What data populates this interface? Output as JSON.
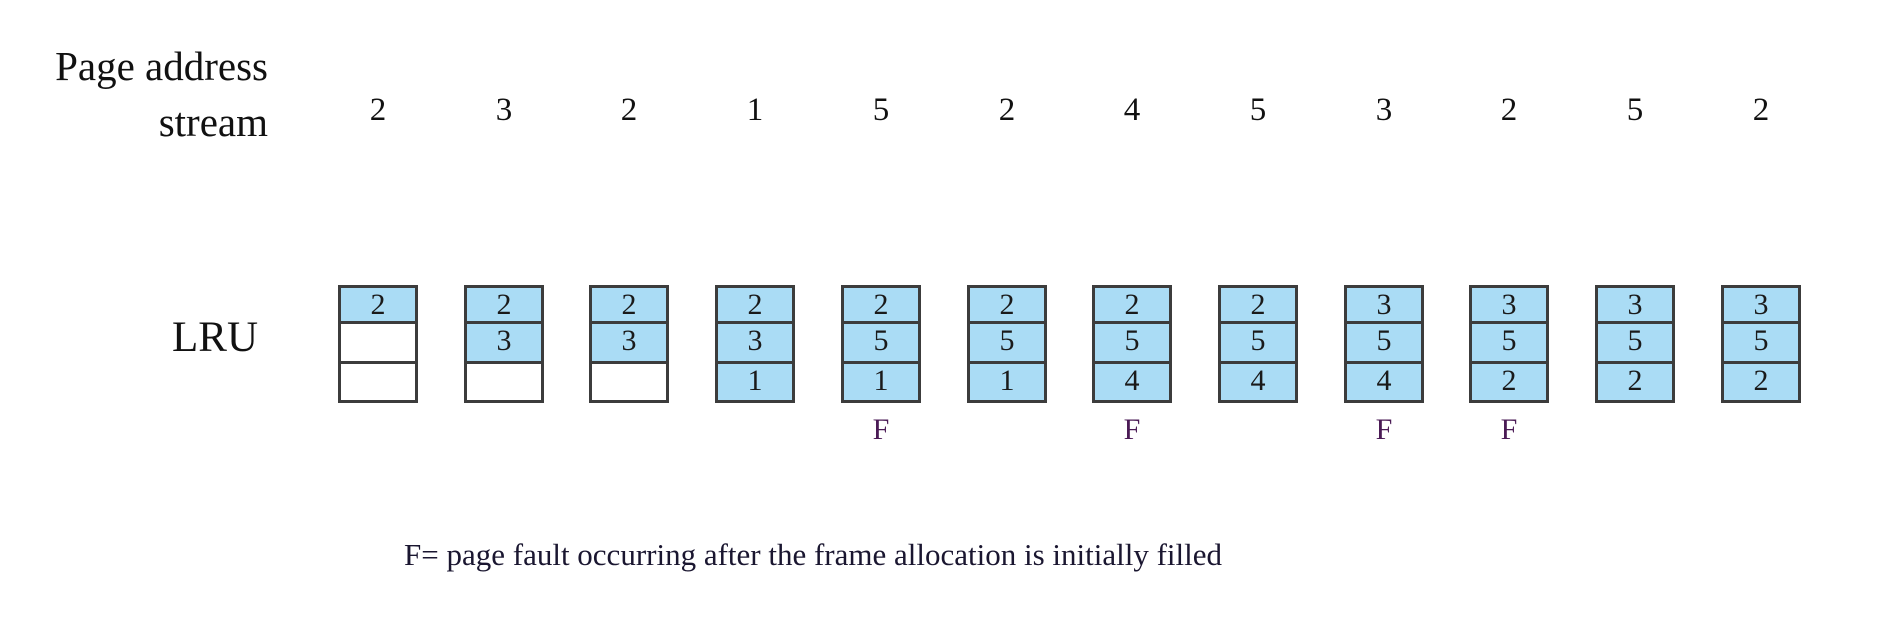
{
  "labels": {
    "stream_line1": "Page address",
    "stream_line2": "stream",
    "policy": "LRU"
  },
  "stream": [
    "2",
    "3",
    "2",
    "1",
    "5",
    "2",
    "4",
    "5",
    "3",
    "2",
    "5",
    "2"
  ],
  "frames": [
    [
      "2",
      "",
      ""
    ],
    [
      "2",
      "3",
      ""
    ],
    [
      "2",
      "3",
      ""
    ],
    [
      "2",
      "3",
      "1"
    ],
    [
      "2",
      "5",
      "1"
    ],
    [
      "2",
      "5",
      "1"
    ],
    [
      "2",
      "5",
      "4"
    ],
    [
      "2",
      "5",
      "4"
    ],
    [
      "3",
      "5",
      "4"
    ],
    [
      "3",
      "5",
      "2"
    ],
    [
      "3",
      "5",
      "2"
    ],
    [
      "3",
      "5",
      "2"
    ]
  ],
  "fault_marker": "F",
  "faults": [
    false,
    false,
    false,
    false,
    true,
    false,
    true,
    false,
    true,
    true,
    false,
    false
  ],
  "note": "F= page fault occurring after the frame allocation is initially filled",
  "colors": {
    "filled_cell": "#aadcf5",
    "border": "#3c3c3c"
  }
}
